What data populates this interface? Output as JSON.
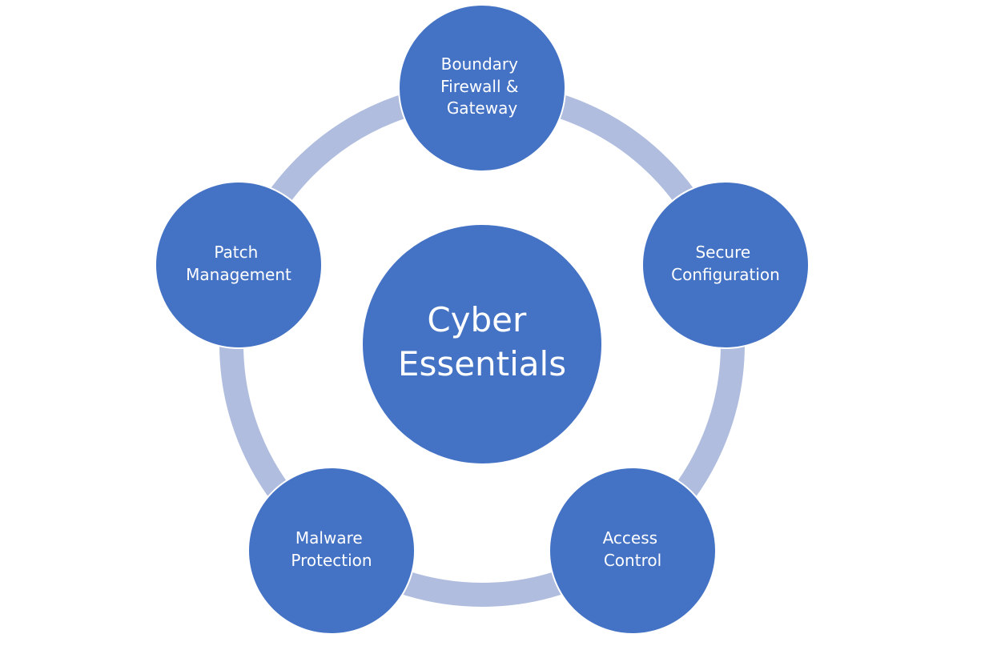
{
  "colors": {
    "node_fill": "#4472C4",
    "ring": "#B0BDDF",
    "text": "#FFFFFF"
  },
  "center": {
    "lines": [
      "Cyber",
      "Essentials"
    ]
  },
  "nodes": [
    {
      "id": "boundary-firewall-gateway",
      "lines": [
        "Boundary",
        "Firewall &",
        "Gateway"
      ]
    },
    {
      "id": "secure-configuration",
      "lines": [
        "Secure",
        "Configuration"
      ]
    },
    {
      "id": "access-control",
      "lines": [
        "Access",
        "Control"
      ]
    },
    {
      "id": "malware-protection",
      "lines": [
        "Malware",
        "Protection"
      ]
    },
    {
      "id": "patch-management",
      "lines": [
        "Patch",
        "Management"
      ]
    }
  ]
}
